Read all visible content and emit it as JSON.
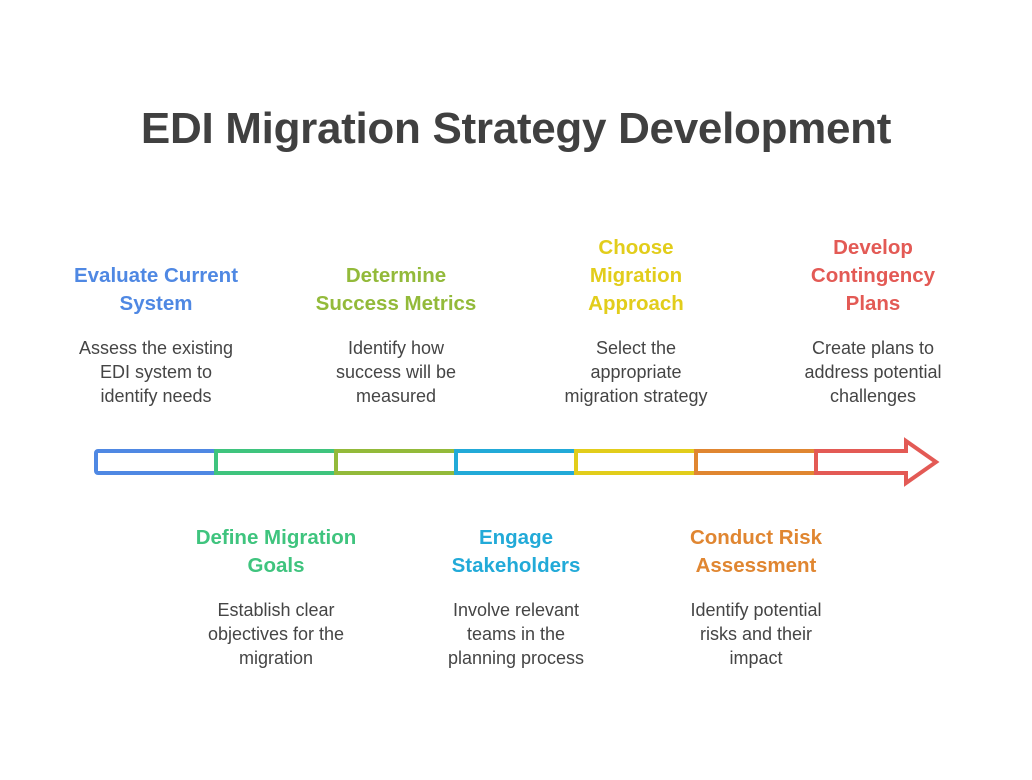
{
  "title": "EDI Migration Strategy Development",
  "steps": [
    {
      "head": [
        "Evaluate Current",
        "System"
      ],
      "desc": [
        "Assess the existing",
        "EDI system to",
        "identify needs"
      ],
      "color": "#4f88e3",
      "position": "above"
    },
    {
      "head": [
        "Define Migration",
        "Goals"
      ],
      "desc": [
        "Establish clear",
        "objectives for the",
        "migration"
      ],
      "color": "#3fc47e",
      "position": "below"
    },
    {
      "head": [
        "Determine",
        "Success Metrics"
      ],
      "desc": [
        "Identify how",
        "success will be",
        "measured"
      ],
      "color": "#93ba3a",
      "position": "above"
    },
    {
      "head": [
        "Engage",
        "Stakeholders"
      ],
      "desc": [
        "Involve relevant",
        "teams in the",
        "planning process"
      ],
      "color": "#22aad8",
      "position": "below"
    },
    {
      "head": [
        "Choose",
        "Migration",
        "Approach"
      ],
      "desc": [
        "Select the",
        "appropriate",
        "migration strategy"
      ],
      "color": "#e2cd1b",
      "position": "above"
    },
    {
      "head": [
        "Conduct Risk",
        "Assessment"
      ],
      "desc": [
        "Identify potential",
        "risks and their",
        "impact"
      ],
      "color": "#e08631",
      "position": "below"
    },
    {
      "head": [
        "Develop",
        "Contingency",
        "Plans"
      ],
      "desc": [
        "Create plans to",
        "address potential",
        "challenges"
      ],
      "color": "#e35a55",
      "position": "above"
    }
  ]
}
